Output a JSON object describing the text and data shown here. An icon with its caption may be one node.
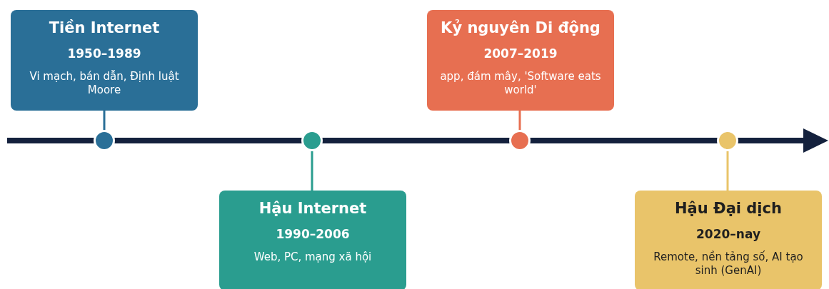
{
  "diagram": {
    "nodes": [
      {
        "text": [
          "Tiền Internet",
          "1950–1989",
          "Vi mạch, bán dẫn, Định luật Moore"
        ]
      },
      {
        "text": [
          "Hậu Internet",
          "1990–2006",
          "Web, PC, mạng xã hội"
        ]
      },
      {
        "text": [
          "Kỷ nguyên Di động",
          "2007–2019",
          "app, đám mây, 'Software eats world'"
        ]
      },
      {
        "text": [
          "Hậu Đại dịch",
          "2020–nay",
          "Remote, nền tảng số, AI tạo sinh (GenAI)"
        ]
      },
      {
        "text": [],
        "shape": "circle"
      },
      {
        "text": [],
        "shape": "circle"
      },
      {
        "text": [],
        "shape": "circle"
      },
      {
        "text": [],
        "shape": "circle"
      }
    ],
    "edges": [
      {
        "from": 0,
        "to": 4,
        "arrow": "none",
        "color": "#2a6f97"
      },
      {
        "from": 1,
        "to": 5,
        "arrow": "none",
        "color": "#2a9d8f"
      },
      {
        "from": 2,
        "to": 6,
        "arrow": "none",
        "color": "#e76f51"
      },
      {
        "from": 3,
        "to": 7,
        "arrow": "none",
        "color": "#e9c46a"
      }
    ]
  }
}
